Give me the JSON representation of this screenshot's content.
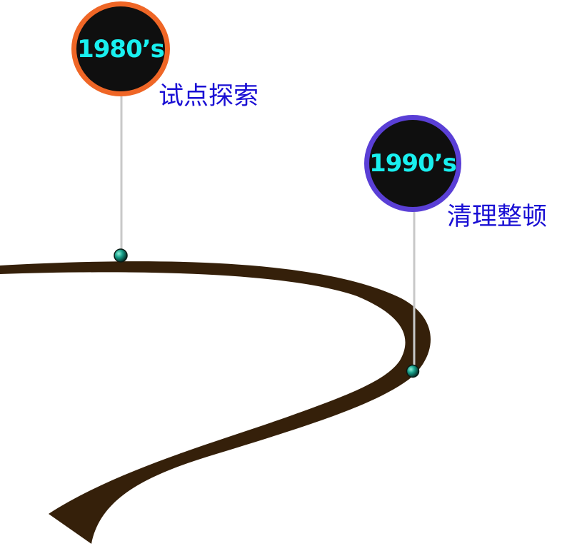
{
  "milestones": [
    {
      "year": "1980’s",
      "label": "试点探索",
      "ring_color": "#ef6626"
    },
    {
      "year": "1990’s",
      "label": "清理整顿",
      "ring_color": "#5a3fd6"
    }
  ],
  "colors": {
    "road": "#35200a",
    "badge_fill": "#0f0f0f",
    "year_text": "#19f0f0",
    "caption_text": "#1a0fd4",
    "connector_line": "#c8c8c8",
    "marker_dot": "#17a08a"
  }
}
